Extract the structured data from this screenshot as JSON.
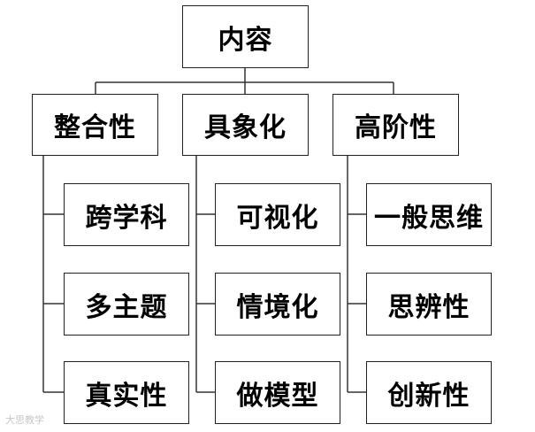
{
  "root": {
    "label": "内容"
  },
  "branches": [
    {
      "label": "整合性",
      "children": [
        "跨学科",
        "多主题",
        "真实性"
      ]
    },
    {
      "label": "具象化",
      "children": [
        "可视化",
        "情境化",
        "做模型"
      ]
    },
    {
      "label": "高阶性",
      "children": [
        "一般思维",
        "思辨性",
        "创新性"
      ]
    }
  ],
  "watermark": "大思教学"
}
